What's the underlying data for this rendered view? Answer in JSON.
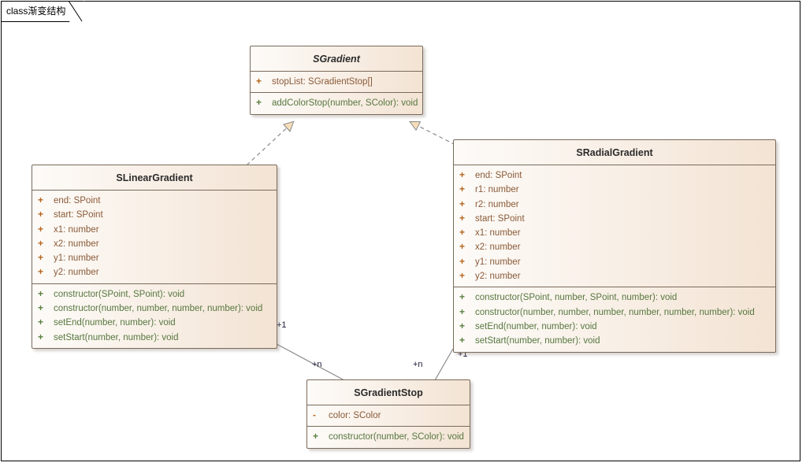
{
  "diagram": {
    "title": "class渐变结构",
    "kind": "uml-class-diagram"
  },
  "classes": [
    {
      "id": "sgradient",
      "name": "SGradient",
      "abstract": true,
      "attributes": [
        {
          "visibility": "+",
          "text": "stopList: SGradientStop[]"
        }
      ],
      "operations": [
        {
          "visibility": "+",
          "text": "addColorStop(number, SColor): void"
        }
      ]
    },
    {
      "id": "slineargradient",
      "name": "SLinearGradient",
      "abstract": false,
      "attributes": [
        {
          "visibility": "+",
          "text": "end: SPoint"
        },
        {
          "visibility": "+",
          "text": "start: SPoint"
        },
        {
          "visibility": "+",
          "text": "x1: number"
        },
        {
          "visibility": "+",
          "text": "x2: number"
        },
        {
          "visibility": "+",
          "text": "y1: number"
        },
        {
          "visibility": "+",
          "text": "y2: number"
        }
      ],
      "operations": [
        {
          "visibility": "+",
          "text": "constructor(SPoint, SPoint): void"
        },
        {
          "visibility": "+",
          "text": "constructor(number, number, number, number): void"
        },
        {
          "visibility": "+",
          "text": "setEnd(number, number): void"
        },
        {
          "visibility": "+",
          "text": "setStart(number, number): void"
        }
      ]
    },
    {
      "id": "sradialgradient",
      "name": "SRadialGradient",
      "abstract": false,
      "attributes": [
        {
          "visibility": "+",
          "text": "end: SPoint"
        },
        {
          "visibility": "+",
          "text": "r1: number"
        },
        {
          "visibility": "+",
          "text": "r2: number"
        },
        {
          "visibility": "+",
          "text": "start: SPoint"
        },
        {
          "visibility": "+",
          "text": "x1: number"
        },
        {
          "visibility": "+",
          "text": "x2: number"
        },
        {
          "visibility": "+",
          "text": "y1: number"
        },
        {
          "visibility": "+",
          "text": "y2: number"
        }
      ],
      "operations": [
        {
          "visibility": "+",
          "text": "constructor(SPoint, number, SPoint, number): void"
        },
        {
          "visibility": "+",
          "text": "constructor(number, number, number, number, number, number): void"
        },
        {
          "visibility": "+",
          "text": "setEnd(number, number): void"
        },
        {
          "visibility": "+",
          "text": "setStart(number, number): void"
        }
      ]
    },
    {
      "id": "sgradientstop",
      "name": "SGradientStop",
      "abstract": false,
      "attributes": [
        {
          "visibility": "-",
          "text": "color: SColor"
        }
      ],
      "operations": [
        {
          "visibility": "+",
          "text": "constructor(number, SColor): void"
        }
      ]
    }
  ],
  "relationships": [
    {
      "id": "rel-linear-realizes-gradient",
      "type": "realization",
      "from": "SLinearGradient",
      "to": "SGradient",
      "style": "dashed-hollow-triangle"
    },
    {
      "id": "rel-radial-realizes-gradient",
      "type": "realization",
      "from": "SRadialGradient",
      "to": "SGradient",
      "style": "dashed-hollow-triangle"
    },
    {
      "id": "rel-linear-stop",
      "type": "association",
      "from": "SLinearGradient",
      "to": "SGradientStop",
      "style": "solid",
      "source_multiplicity": "+1",
      "target_multiplicity": "+n"
    },
    {
      "id": "rel-radial-stop",
      "type": "association",
      "from": "SRadialGradient",
      "to": "SGradientStop",
      "style": "solid",
      "source_multiplicity": "+1",
      "target_multiplicity": "+n"
    }
  ],
  "multiplicity_labels": [
    {
      "id": "linear-one",
      "text": "+1"
    },
    {
      "id": "linear-many",
      "text": "+n"
    },
    {
      "id": "radial-many",
      "text": "+n"
    },
    {
      "id": "radial-one",
      "text": "+1"
    }
  ],
  "colors": {
    "box_fill_light": "#fdfbf8",
    "box_fill_dark": "#f3e3d3",
    "box_border": "#7a6a5a",
    "attribute_text": "#8a5a38",
    "attribute_marker": "#b5651d",
    "operation_text": "#56773f",
    "operation_marker": "#5a8040",
    "edge_line": "#8a8a8a",
    "arrow_fill": "#f5deb8",
    "title_text": "#000000"
  }
}
